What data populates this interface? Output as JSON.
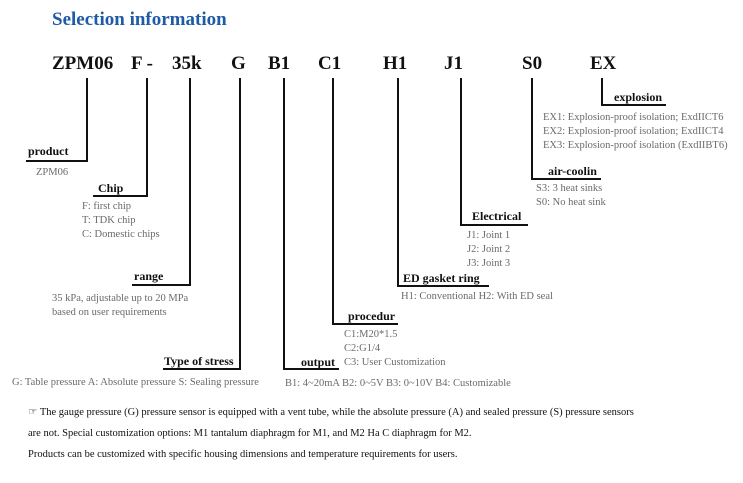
{
  "title": "Selection information",
  "codes": {
    "zpm06": "ZPM06",
    "f": "F -",
    "k35": "35k",
    "g": "G",
    "b1": "B1",
    "c1": "C1",
    "h1": "H1",
    "j1": "J1",
    "s0": "S0",
    "ex": "EX"
  },
  "product": {
    "label": "product",
    "options": [
      "ZPM06"
    ]
  },
  "chip": {
    "label": "Chip",
    "options": [
      "F: first chip",
      "T: TDK chip",
      "C: Domestic chips"
    ]
  },
  "range": {
    "label": "range",
    "options": [
      "35 kPa, adjustable up to 20 MPa",
      "based on user requirements"
    ]
  },
  "stress": {
    "label": "Type of stress",
    "options": [
      "G: Table pressure A: Absolute pressure S: Sealing pressure"
    ]
  },
  "output": {
    "label": "output",
    "options": [
      "B1: 4~20mA B2: 0~5V B3: 0~10V B4: Customizable"
    ]
  },
  "procedur": {
    "label": "procedur",
    "options": [
      "C1:M20*1.5",
      "C2:G1/4",
      "C3: User Customization"
    ]
  },
  "gasket": {
    "label": "ED gasket ring",
    "options": [
      "H1: Conventional H2: With ED seal"
    ]
  },
  "electrical": {
    "label": "Electrical",
    "options": [
      "J1: Joint 1",
      "J2: Joint 2",
      "J3: Joint 3"
    ]
  },
  "aircooling": {
    "label": "air-coolin",
    "options": [
      "S3: 3 heat sinks",
      "S0: No heat sink"
    ]
  },
  "explosion": {
    "label": "explosion",
    "options": [
      "EX1: Explosion-proof isolation; ExdIICT6",
      "EX2: Explosion-proof isolation; ExdIICT4",
      "EX3: Explosion-proof isolation (ExdIIBT6)"
    ]
  },
  "notes": {
    "icon": "☞",
    "line1": "The gauge pressure (G) pressure sensor is equipped with a vent tube, while the absolute pressure (A) and sealed pressure (S) pressure sensors",
    "line2": "are not. Special customization options: M1 tantalum diaphragm for M1, and M2 Ha C diaphragm for M2.",
    "line3": "Products can be customized with specific housing dimensions and temperature requirements for users."
  }
}
